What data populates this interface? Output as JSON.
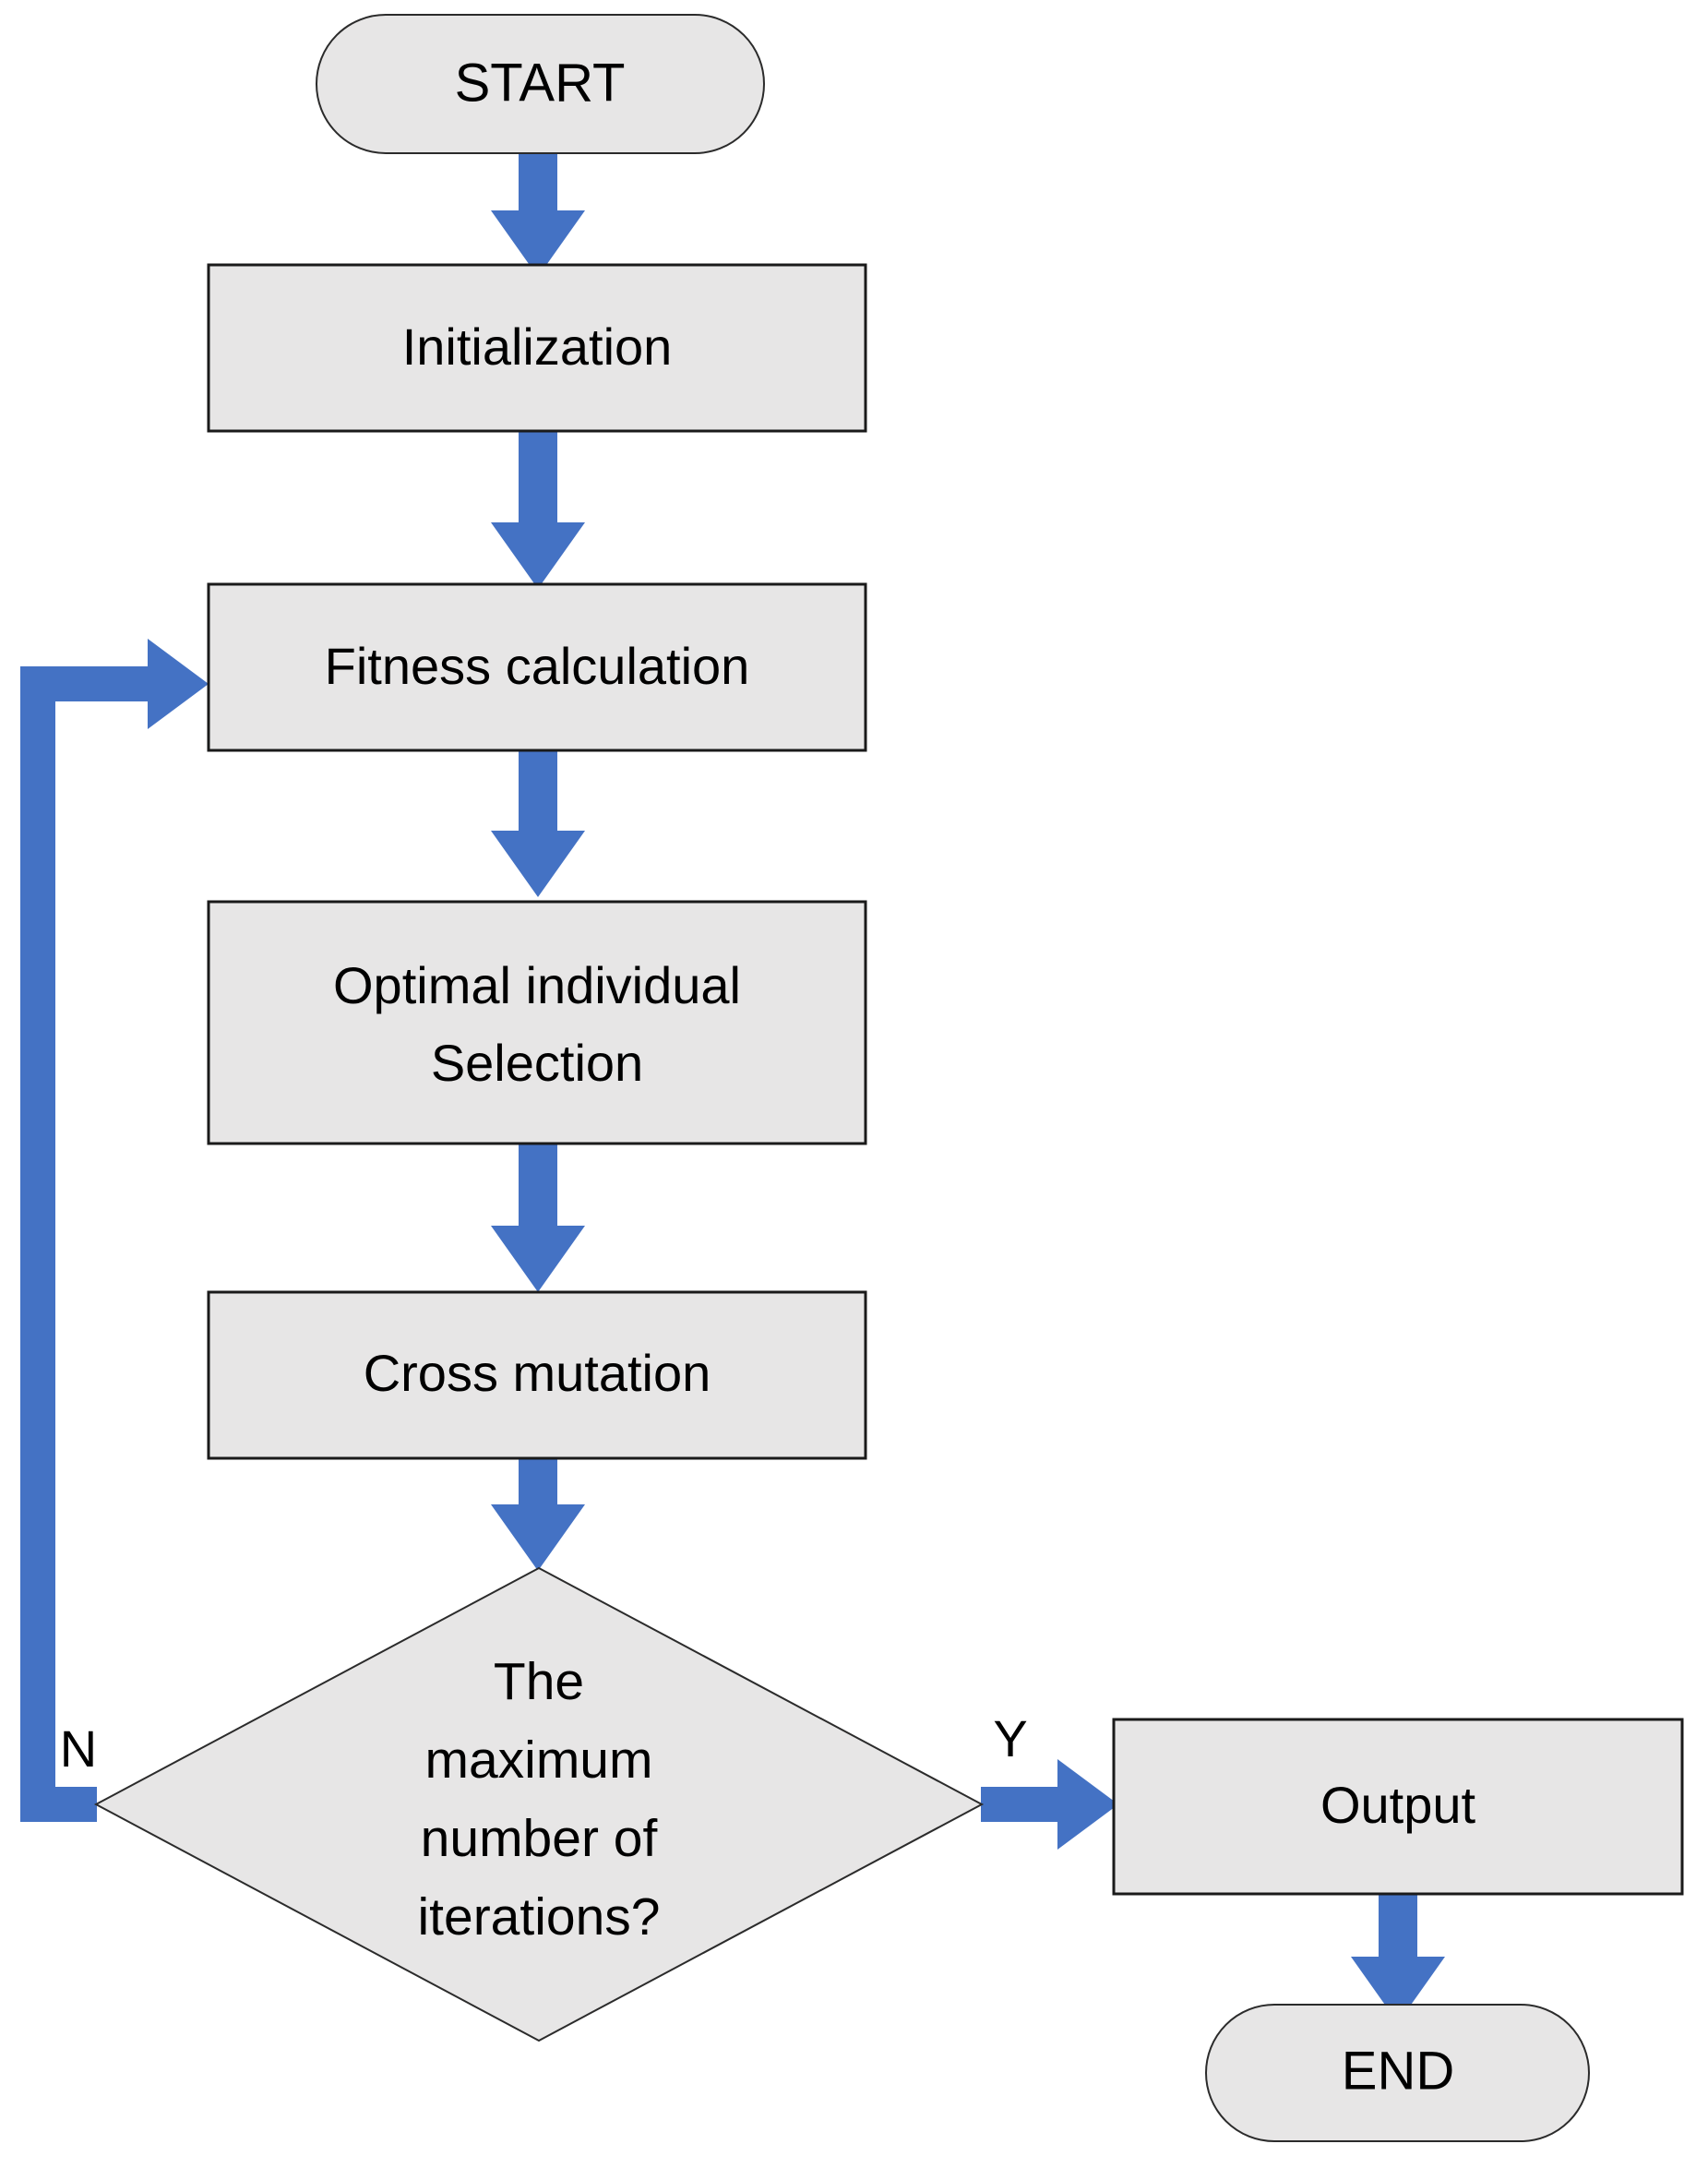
{
  "diagram": {
    "title": "Genetic algorithm flowchart",
    "background_color": "#ffffff",
    "node_fill_color": "#e7e6e6",
    "node_stroke_color": "#1a1a1a",
    "connector_color": "#4472c4",
    "text_color": "#000000"
  },
  "nodes": {
    "start": {
      "label": "START",
      "shape": "terminator"
    },
    "initialization": {
      "label": "Initialization",
      "shape": "process"
    },
    "fitness": {
      "label": "Fitness calculation",
      "shape": "process"
    },
    "selection": {
      "label_line1": "Optimal individual",
      "label_line2": "Selection",
      "shape": "process"
    },
    "cross_mutation": {
      "label": "Cross mutation",
      "shape": "process"
    },
    "decision": {
      "label_line1": "The",
      "label_line2": "maximum",
      "label_line3": "number of",
      "label_line4": "iterations?",
      "shape": "decision"
    },
    "output": {
      "label": "Output",
      "shape": "process"
    },
    "end": {
      "label": "END",
      "shape": "terminator"
    }
  },
  "edges": {
    "start_to_init": {
      "label": ""
    },
    "init_to_fitness": {
      "label": ""
    },
    "fitness_to_selection": {
      "label": ""
    },
    "selection_to_cross": {
      "label": ""
    },
    "cross_to_decision": {
      "label": ""
    },
    "decision_no_loop": {
      "label": "N"
    },
    "decision_yes": {
      "label": "Y"
    },
    "output_to_end": {
      "label": ""
    }
  }
}
